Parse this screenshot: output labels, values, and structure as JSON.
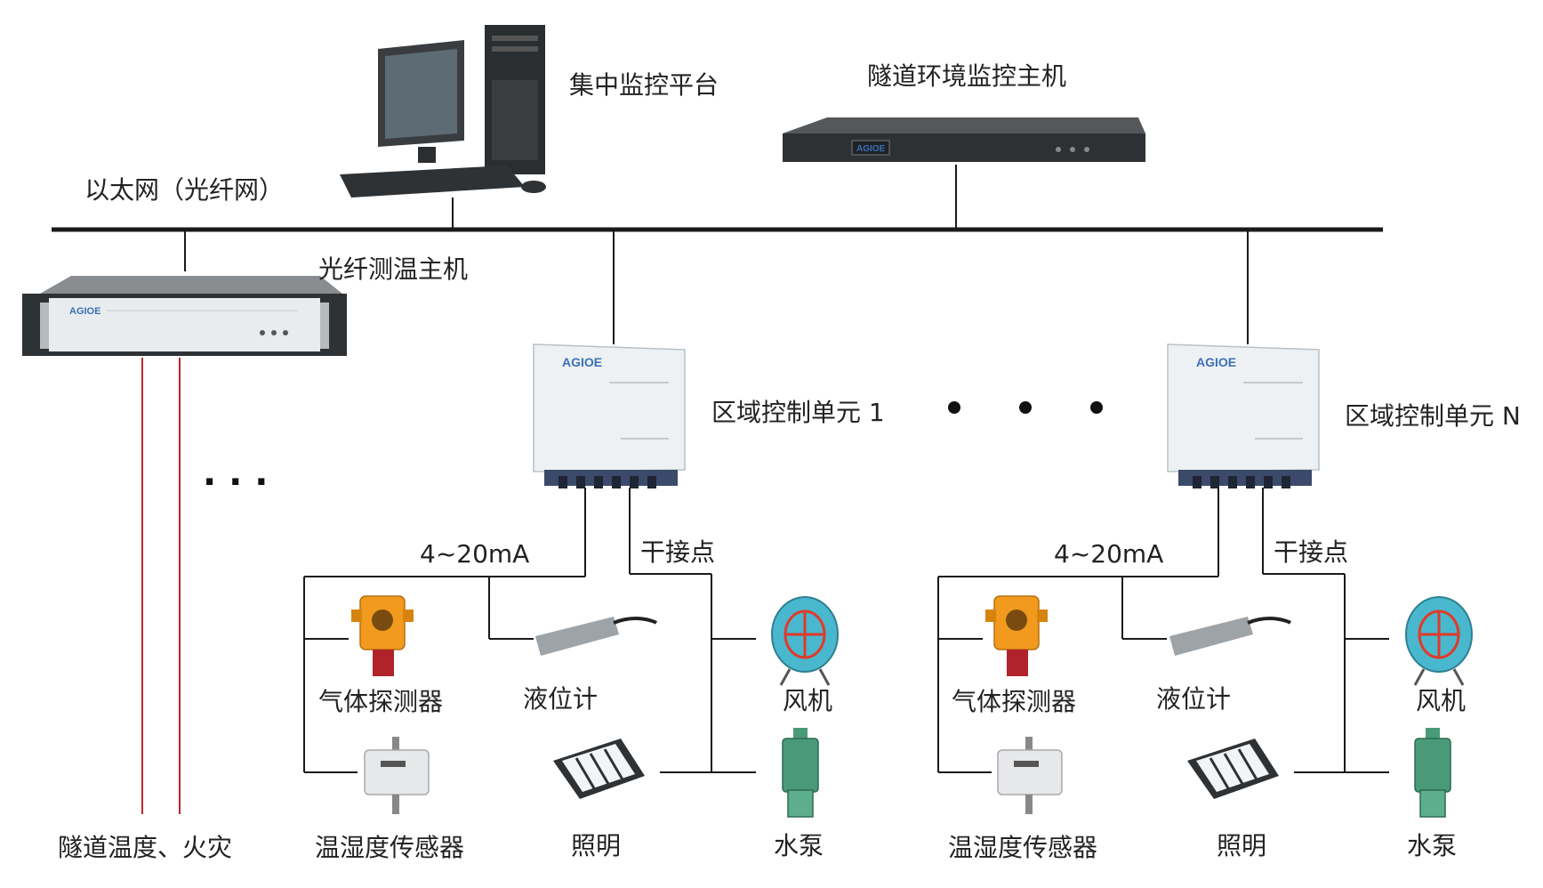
{
  "labels": {
    "central_platform": "集中监控平台",
    "tunnel_env_host": "隧道环境监控主机",
    "ethernet": "以太网（光纤网）",
    "fiber_temp_host": "光纤测温主机",
    "zone_unit_1": "区域控制单元 1",
    "zone_unit_n": "区域控制单元 N",
    "tunnel_temp_fire": "隧道温度、火灾",
    "ellipsis_small": "· · ·",
    "signal_analog": "4~20mA",
    "signal_dry": "干接点"
  },
  "devices": {
    "gas": "气体探测器",
    "level": "液位计",
    "fan": "风机",
    "thermo_hygro": "温湿度传感器",
    "lighting": "照明",
    "pump": "水泵"
  },
  "brand": "AGIOE",
  "colors": {
    "line": "#1a1a1a",
    "fiber": "#c0262c",
    "box": "#eef1f3",
    "dark_device": "#3a3f44",
    "gas_orange": "#f29a1e",
    "pump_green": "#4a9a7a",
    "fan_teal": "#49b8cf"
  }
}
